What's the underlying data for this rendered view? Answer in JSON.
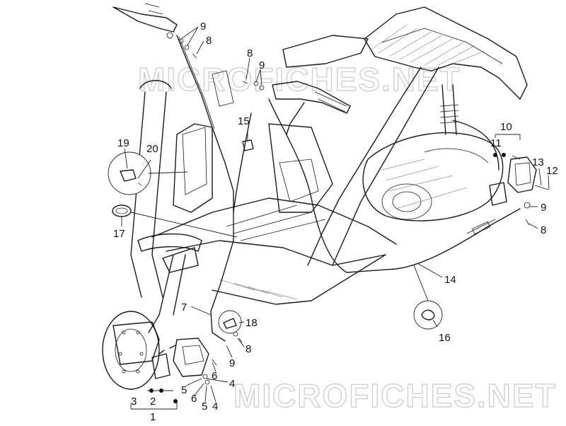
{
  "watermark": {
    "top": "MICROFICHES.NET",
    "bottom": "MICROFICHES.NET"
  },
  "part_labels": [
    {
      "id": "p9a",
      "text": "9"
    },
    {
      "id": "p8a",
      "text": "8"
    },
    {
      "id": "p8b",
      "text": "8"
    },
    {
      "id": "p9b",
      "text": "9"
    },
    {
      "id": "p15",
      "text": "15"
    },
    {
      "id": "p19",
      "text": "19"
    },
    {
      "id": "p20",
      "text": "20"
    },
    {
      "id": "p17",
      "text": "17"
    },
    {
      "id": "p10",
      "text": "10"
    },
    {
      "id": "p11",
      "text": "11"
    },
    {
      "id": "p13",
      "text": "13"
    },
    {
      "id": "p12",
      "text": "12"
    },
    {
      "id": "p9c",
      "text": "9"
    },
    {
      "id": "p8c",
      "text": "8"
    },
    {
      "id": "p14",
      "text": "14"
    },
    {
      "id": "p16",
      "text": "16"
    },
    {
      "id": "p7",
      "text": "7"
    },
    {
      "id": "p18",
      "text": "18"
    },
    {
      "id": "p8d",
      "text": "8"
    },
    {
      "id": "p9d",
      "text": "9"
    },
    {
      "id": "p6a",
      "text": "6"
    },
    {
      "id": "p4a",
      "text": "4"
    },
    {
      "id": "p5a",
      "text": "5"
    },
    {
      "id": "p3",
      "text": "3"
    },
    {
      "id": "p2",
      "text": "2"
    },
    {
      "id": "p6b",
      "text": "6"
    },
    {
      "id": "p5b",
      "text": "5"
    },
    {
      "id": "p4b",
      "text": "4"
    },
    {
      "id": "p1",
      "text": "1"
    }
  ]
}
